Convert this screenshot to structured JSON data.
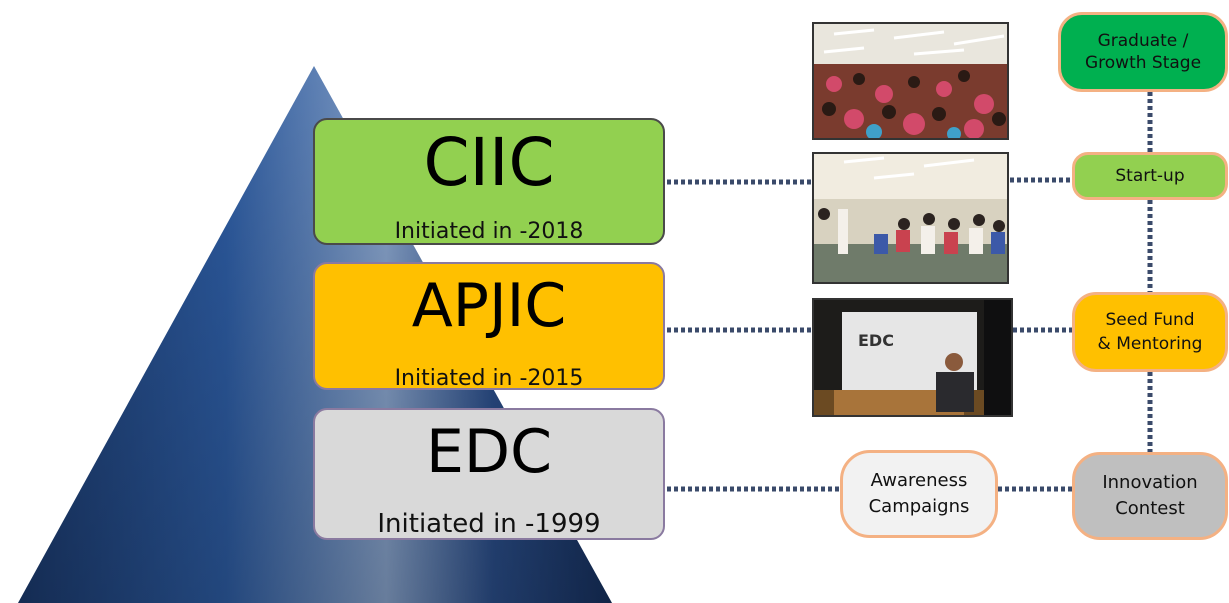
{
  "tiers": [
    {
      "name": "CIIC",
      "initiated": "Initiated in -2018",
      "color": "#92d050"
    },
    {
      "name": "APJIC",
      "initiated": "Initiated in -2015",
      "color": "#ffc000"
    },
    {
      "name": "EDC",
      "initiated": "Initiated in -1999",
      "color": "#d9d9d9"
    }
  ],
  "stages": {
    "graduate": "Graduate /\nGrowth Stage",
    "startup": "Start-up",
    "seed": "Seed Fund\n& Mentoring",
    "innovation": "Innovation\nContest",
    "awareness": "Awareness\nCampaigns"
  },
  "photos": {
    "podium_text": "EDC"
  },
  "colors": {
    "pyramid_dark": "#1f3f73",
    "pyramid_light": "#9fb7d8",
    "graduate_fill": "#00b050",
    "startup_fill": "#92d050",
    "seed_fill": "#ffc000",
    "innovation_fill": "#bfbfbf",
    "awareness_fill": "#f2f2f2",
    "connector": "#3a4a6a"
  }
}
